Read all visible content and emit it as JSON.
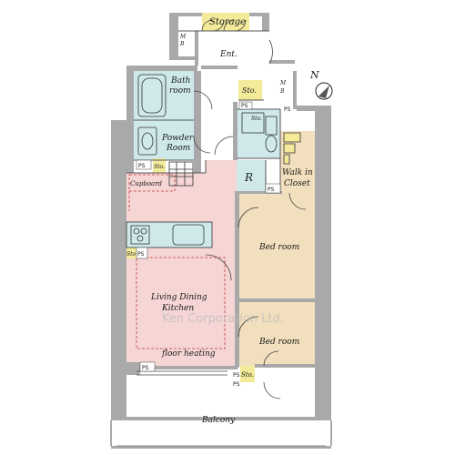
{
  "rooms": {
    "storage": "Storage",
    "mb_top_1": "M",
    "mb_top_2": "B",
    "entrance": "Ent.",
    "bath_1": "Bath",
    "bath_2": "room",
    "sto_top": "Sto.",
    "mb_right_1": "M",
    "mb_right_2": "B",
    "sto_laundry": "Sto.",
    "powder_1": "Powder",
    "powder_2": "Room",
    "sto_powder": "Sto.",
    "refrigerator": "R",
    "walkin_1": "Walk in",
    "walkin_2": "Closet",
    "cupboard": "Cupboard",
    "bedroom_1": "Bed room",
    "ldk_1": "Living Dining",
    "ldk_2": "Kitchen",
    "floor_heating": "floor heating",
    "bedroom_2": "Bed room",
    "sto_bottom": "Sto.",
    "balcony": "Balcony",
    "sto_small": "Sto"
  },
  "pipe_spaces": [
    "PS",
    "PS",
    "PS",
    "PS",
    "PS",
    "PS",
    "PS",
    "PS"
  ],
  "compass_label": "N",
  "watermark": "Ken Corporation Ltd.",
  "colors": {
    "wet_area": "#cfe9ea",
    "storage": "#f3ea9a",
    "ldk": "#f6d5d5",
    "bedroom": "#f1dfbd",
    "wall": "#a9a9a9"
  }
}
